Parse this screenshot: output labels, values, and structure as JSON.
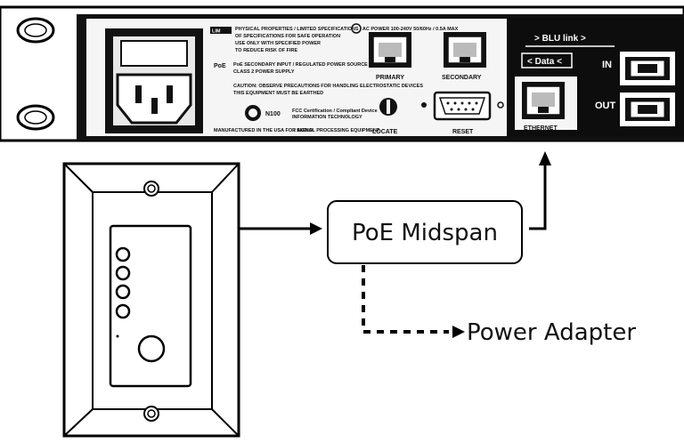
{
  "rack_unit": {
    "label_block_1": "PHYSICAL PROPERTIES / LIMITED SPECIFICATIONS / AC POWER 100-240V 50/60Hz / 0.5A MAX",
    "label_block_2": "PoE SECONDARY INPUT / REGULATED POWER SOURCE",
    "label_block_3": "CAUTION: OBSERVE PRECAUTIONS FOR HANDLING ELECTROSTATIC DEVICES",
    "model": "N100",
    "cert_text": "FCC Certification / Compliant Device",
    "bottom_text": "MANUFACTURED IN THE USA FOR AUDIO",
    "locate_label": "LOCATE",
    "reset_label": "RESET",
    "primary_label": "PRIMARY",
    "secondary_label": "SECONDARY",
    "ethernet_label": "ETHERNET",
    "blu_link_label": "> BLU link >",
    "data_label": "< Data <",
    "in_label": "IN",
    "out_label": "OUT"
  },
  "diagram": {
    "poe_label": "PoE Midspan",
    "power_label": "Power Adapter"
  }
}
